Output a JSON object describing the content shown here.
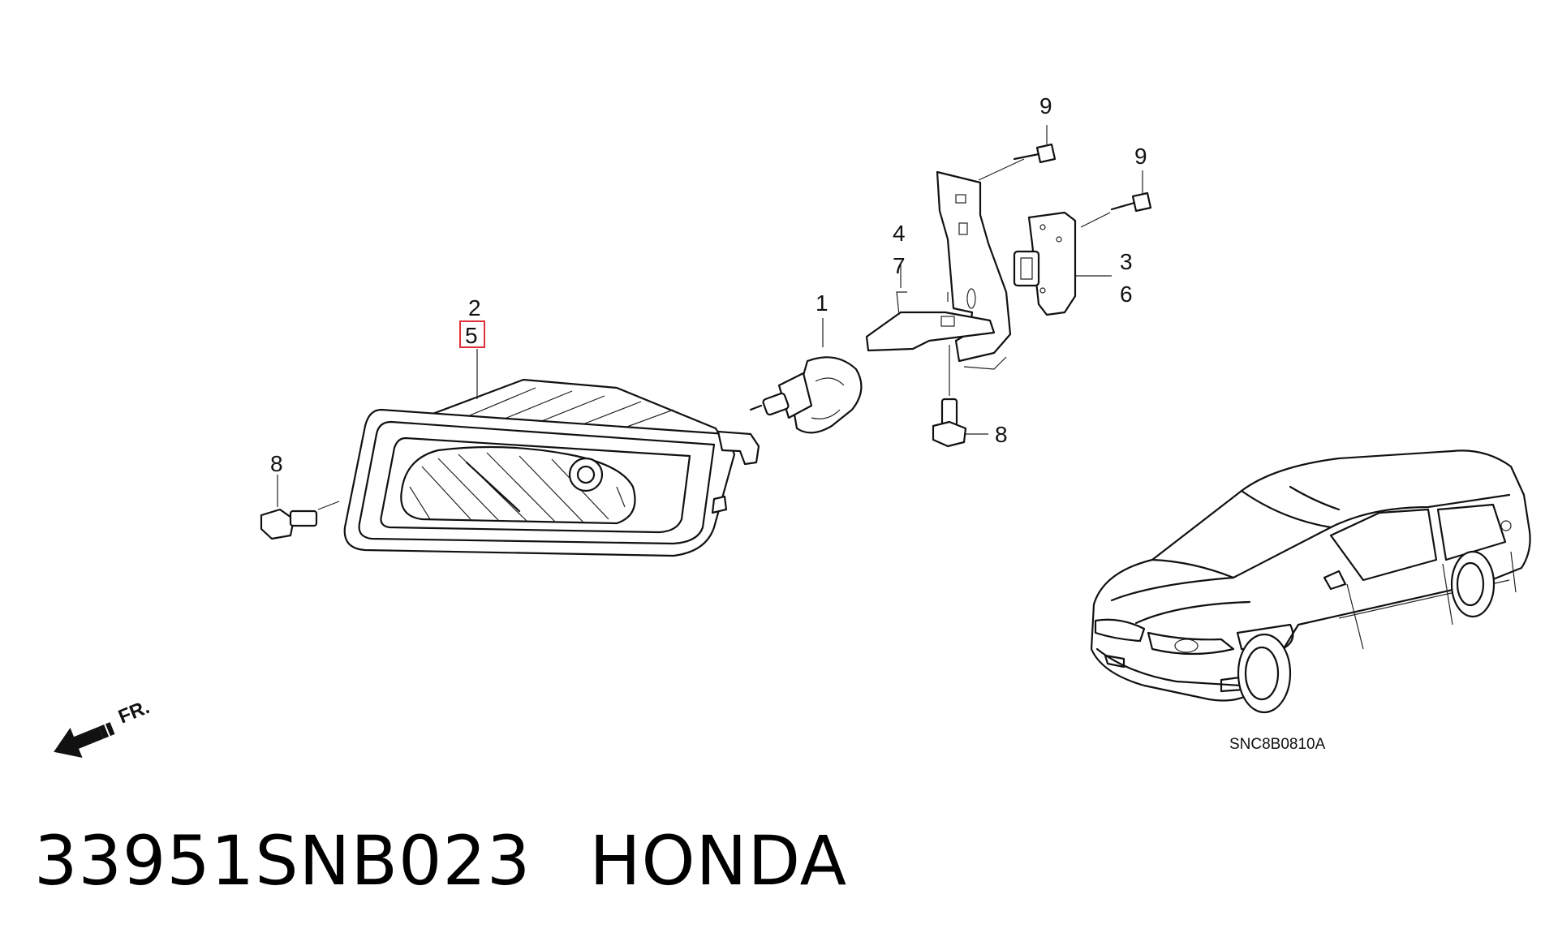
{
  "callouts": {
    "fog_lamp_upper": "2",
    "fog_lamp_lower": "5",
    "bulb": "1",
    "bracket_upper": "4",
    "bracket_lower": "7",
    "cover_upper": "3",
    "cover_lower": "6",
    "screw_top": "9",
    "screw_right": "9",
    "bolt_left": "8",
    "bolt_center": "8"
  },
  "diagram_code": "SNC8B0810A",
  "direction_marker": "FR.",
  "footer": {
    "part_number": "33951SNB023",
    "brand": "HONDA"
  },
  "highlight_color": "#e0303a"
}
